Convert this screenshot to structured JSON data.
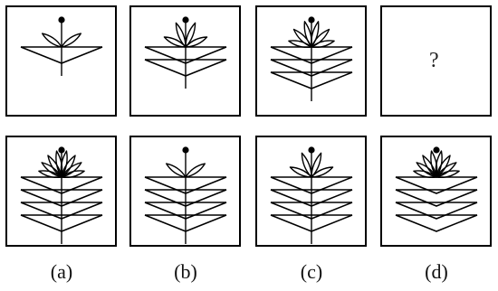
{
  "question_mark": "?",
  "option_labels": [
    "(a)",
    "(b)",
    "(c)",
    "(d)"
  ],
  "top_row": [
    {
      "petals": 2,
      "chevrons": 1
    },
    {
      "petals": 4,
      "chevrons": 2
    },
    {
      "petals": 6,
      "chevrons": 3
    }
  ],
  "options": [
    {
      "petals": 8,
      "chevrons": 4
    },
    {
      "petals": 2,
      "chevrons": 4
    },
    {
      "petals": 4,
      "chevrons": 4
    },
    {
      "petals": 8,
      "chevrons": 4,
      "stem": false,
      "dot": true
    }
  ]
}
